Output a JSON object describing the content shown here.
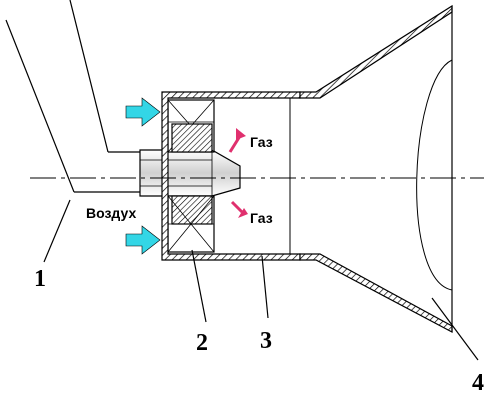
{
  "labels": {
    "air": "Воздух",
    "gas_upper": "Газ",
    "gas_lower": "Газ"
  },
  "callouts": [
    "1",
    "2",
    "3",
    "4"
  ],
  "colors": {
    "stroke": "#000000",
    "air_arrow": "#33d6e6",
    "gas_arrow": "#e0306e",
    "hatch_fill": "#bdbdbd",
    "background": "#ffffff"
  }
}
